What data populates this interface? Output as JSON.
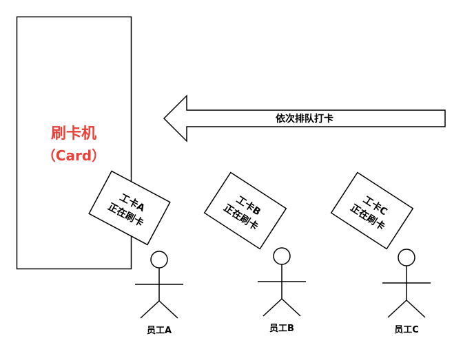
{
  "machine": {
    "title": "刷卡机",
    "subtitle": "（Card）",
    "title_color": "#e8423a"
  },
  "queue_arrow": {
    "label": "依次排队打卡"
  },
  "cards": [
    {
      "line1": "工卡A",
      "line2": "正在刷卡"
    },
    {
      "line1": "工卡B",
      "line2": "正在刷卡"
    },
    {
      "line1": "工卡C",
      "line2": "正在刷卡"
    }
  ],
  "employees": [
    {
      "label": "员工A"
    },
    {
      "label": "员工B"
    },
    {
      "label": "员工C"
    }
  ],
  "colors": {
    "stroke": "#000000",
    "text": "#000000",
    "fill": "#ffffff"
  }
}
